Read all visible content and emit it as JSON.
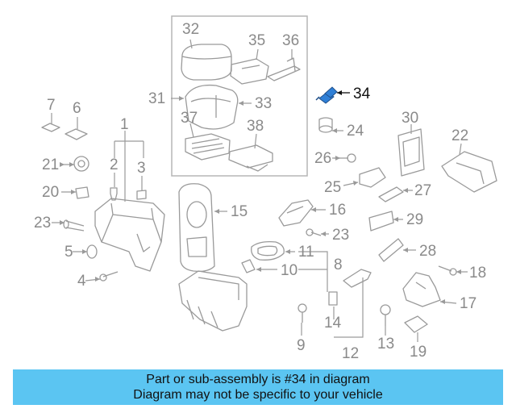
{
  "diagram": {
    "highlight_color": "#2f7fd6",
    "callouts": {
      "c1": "1",
      "c2": "2",
      "c3": "3",
      "c4": "4",
      "c5": "5",
      "c6": "6",
      "c7": "7",
      "c8": "8",
      "c9": "9",
      "c10": "10",
      "c11": "11",
      "c12": "12",
      "c13": "13",
      "c14": "14",
      "c15": "15",
      "c16": "16",
      "c17": "17",
      "c18": "18",
      "c19": "19",
      "c20": "20",
      "c21": "21",
      "c22": "22",
      "c23a": "23",
      "c23b": "23",
      "c24": "24",
      "c25": "25",
      "c26": "26",
      "c27": "27",
      "c28": "28",
      "c29": "29",
      "c30": "30",
      "c31": "31",
      "c32": "32",
      "c33": "33",
      "c34": "34",
      "c35": "35",
      "c36": "36",
      "c37": "37",
      "c38": "38"
    }
  },
  "banner": {
    "line1": "Part or sub-assembly is #34 in diagram",
    "line2": "Diagram may not be specific to your vehicle",
    "background": "#5bc5f2"
  }
}
